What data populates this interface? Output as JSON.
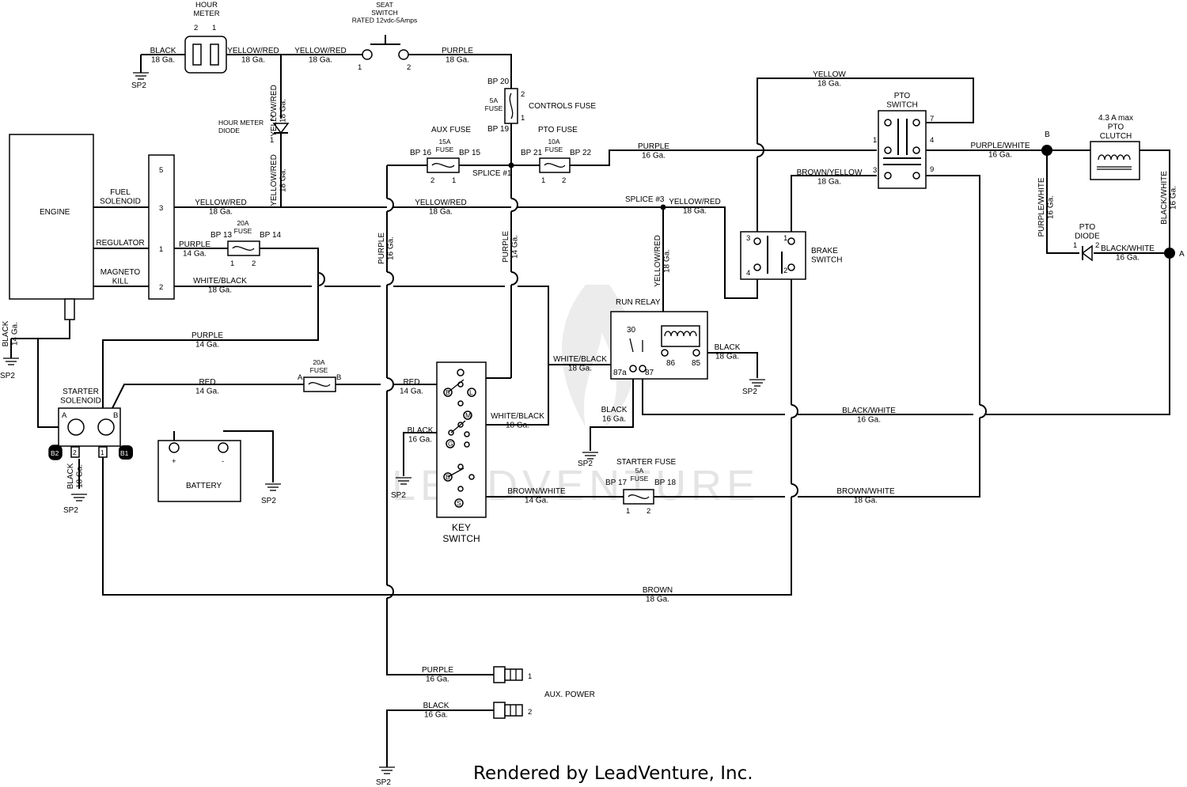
{
  "components": {
    "hour_meter": "HOUR\nMETER",
    "hour_meter_pins": [
      "2",
      "1"
    ],
    "seat_switch": "SEAT\nSWITCH\nRATED 12vdc-5Amps",
    "engine": "ENGINE",
    "engine_terms": [
      "FUEL\nSOLENOID",
      "REGULATOR",
      "MAGNETO\nKILL"
    ],
    "connector_pins": [
      "5",
      "3",
      "1",
      "2"
    ],
    "hour_meter_diode": "HOUR METER\nDIODE",
    "controls_fuse": "CONTROLS FUSE",
    "aux_fuse": "AUX FUSE",
    "pto_fuse": "PTO FUSE",
    "splice1": "SPLICE #1",
    "splice3": "SPLICE #3",
    "pto_switch": "PTO\nSWITCH",
    "pto_clutch": "4.3 A max\nPTO\nCLUTCH",
    "pto_diode": "PTO\nDIODE",
    "brake_switch": "BRAKE\nSWITCH",
    "run_relay": "RUN RELAY",
    "starter_solenoid": "STARTER\nSOLENOID",
    "battery": "BATTERY",
    "key_switch": "KEY\nSWITCH",
    "starter_fuse": "STARTER FUSE",
    "aux_power": "AUX. POWER",
    "ground": "SP2",
    "node_a": "A",
    "node_b": "B"
  },
  "fuses": {
    "controls": "5A\nFUSE",
    "aux": "15A\nFUSE",
    "pto": "10A\nFUSE",
    "regulator": "20A\nFUSE",
    "battery": "20A\nFUSE",
    "starter": "5A\nFUSE"
  },
  "bp": {
    "bp13": "BP 13",
    "bp14": "BP 14",
    "bp15": "BP 15",
    "bp16": "BP 16",
    "bp17": "BP 17",
    "bp18": "BP 18",
    "bp19": "BP 19",
    "bp20": "BP 20",
    "bp21": "BP 21",
    "bp22": "BP 22"
  },
  "pins": {
    "one": "1",
    "two": "2",
    "three": "3",
    "four": "4",
    "seven": "7",
    "nine": "9",
    "r30": "30",
    "r86": "86",
    "r85": "85",
    "r87a": "87a",
    "r87": "87",
    "ra": "A",
    "rb": "B",
    "b1": "B1",
    "b2": "B2",
    "plus": "+",
    "minus": "-",
    "kB": "B",
    "kL": "L",
    "kM": "M",
    "kG": "G",
    "kS": "S"
  },
  "wires": {
    "black_18": "BLACK\n18 Ga.",
    "black_16": "BLACK\n16 Ga.",
    "black_14": "BLACK\n14 Ga.",
    "yellow_red_18": "YELLOW/RED\n18 Ga.",
    "purple_18": "PURPLE\n18 Ga.",
    "purple_16": "PURPLE\n16 Ga.",
    "purple_14": "PURPLE\n14 Ga.",
    "yellow_18": "YELLOW\n18 Ga.",
    "purple_white_16": "PURPLE/WHITE\n16 Ga.",
    "brown_yellow_18": "BROWN/YELLOW\n18 Ga.",
    "black_white_16": "BLACK/WHITE\n16 Ga.",
    "white_black_18": "WHITE/BLACK\n18 Ga.",
    "red_14": "RED\n14 Ga.",
    "brown_white_14": "BROWN/WHITE\n14 Ga.",
    "brown_white_18": "BROWN/WHITE\n18 Ga.",
    "brown_18": "BROWN\n18 Ga."
  },
  "watermark": "LEADVENTURE",
  "footer": "Rendered by LeadVenture, Inc."
}
